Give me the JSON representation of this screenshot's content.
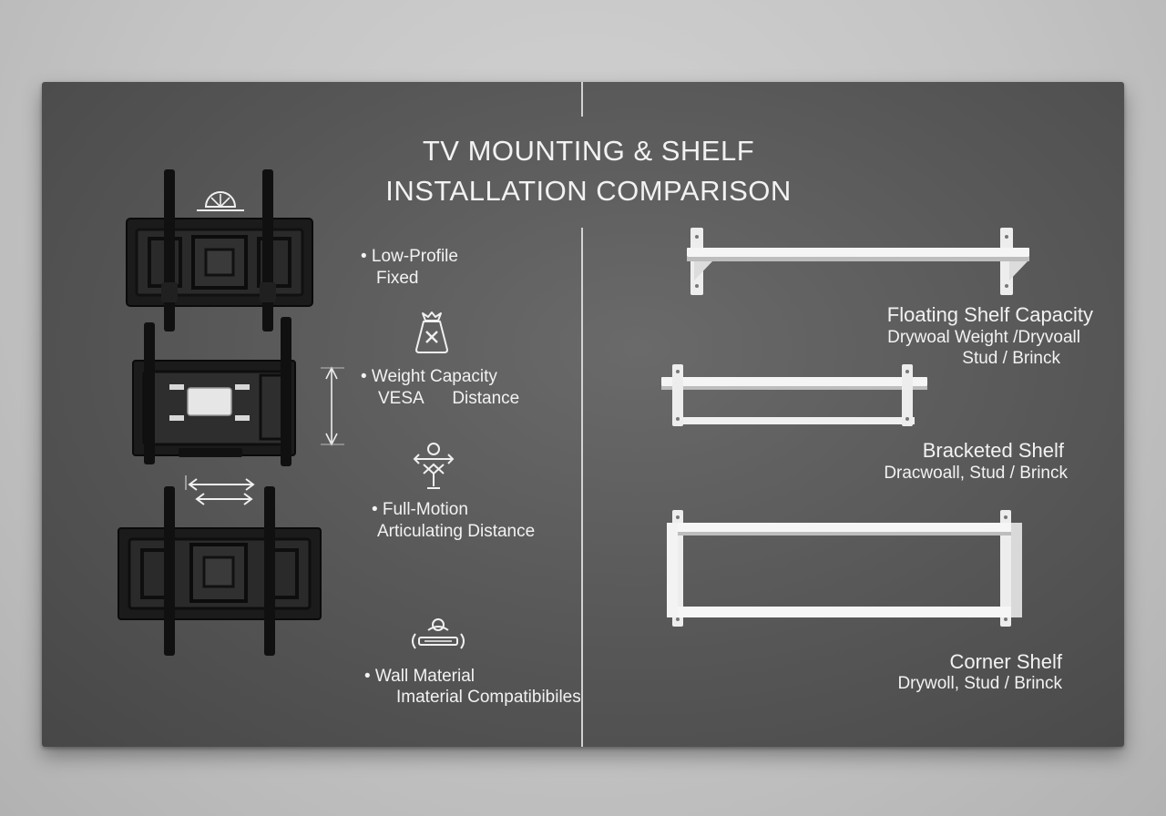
{
  "title": {
    "line1": "TV MOUNTING & SHELF",
    "line2": "INSTALLATION COMPARISON"
  },
  "tv_mounts": [
    {
      "label": "• Low-Profile",
      "sub": "Fixed",
      "icon": "tilt-gauge-icon"
    },
    {
      "label": "• Weight Capacity",
      "sub": "VESA      Distance",
      "icon": "weight-bag-icon"
    },
    {
      "label": "• Full-Motion",
      "sub": "Articulating Distance",
      "icon": "person-motion-icon"
    },
    {
      "label": "• Wall Material",
      "sub": "Imaterial Compatibibiles",
      "icon": "wall-level-icon"
    }
  ],
  "shelves": [
    {
      "name": "Floating Shelf Capacity",
      "line2": "Drywoal Weight /Dryvoall",
      "line3": "Stud / Brinck"
    },
    {
      "name": "Bracketed Shelf",
      "line2": "Dracwoall, Stud / Brinck"
    },
    {
      "name": "Corner Shelf",
      "line2": "Drywoll, Stud / Brinck"
    }
  ],
  "colors": {
    "panel": "#565656",
    "text": "#f2f2f2",
    "mount": "#151515",
    "shelf": "#f4f4f4"
  }
}
